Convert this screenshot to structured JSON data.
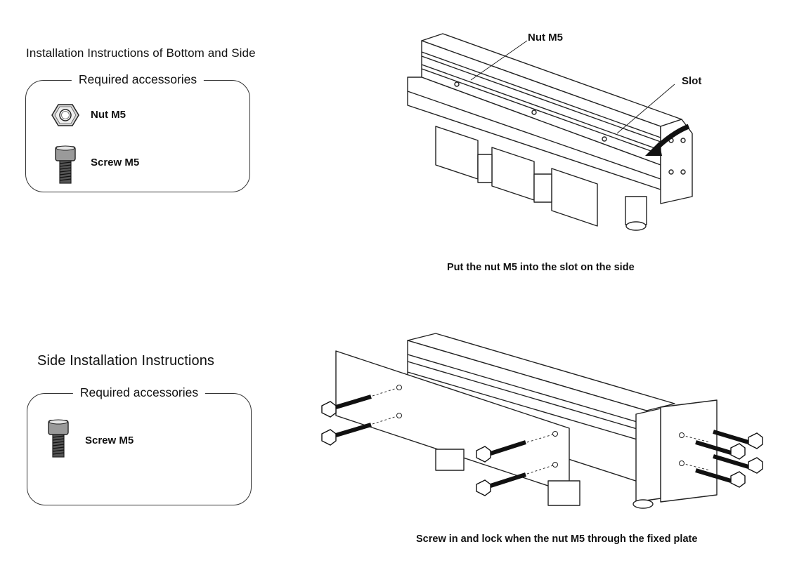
{
  "section1": {
    "title": "Installation Instructions of Bottom and Side",
    "accessories_title": "Required accessories",
    "items": [
      {
        "label": "Nut M5",
        "icon": "hex-nut-icon"
      },
      {
        "label": "Screw M5",
        "icon": "socket-screw-icon"
      }
    ],
    "callouts": {
      "nut": "Nut M5",
      "slot": "Slot"
    },
    "caption": "Put the nut M5 into the slot on the side"
  },
  "section2": {
    "title": "Side Installation Instructions",
    "accessories_title": "Required accessories",
    "items": [
      {
        "label": "Screw M5",
        "icon": "socket-screw-icon"
      }
    ],
    "caption": "Screw in and lock when the nut M5 through the fixed plate"
  }
}
